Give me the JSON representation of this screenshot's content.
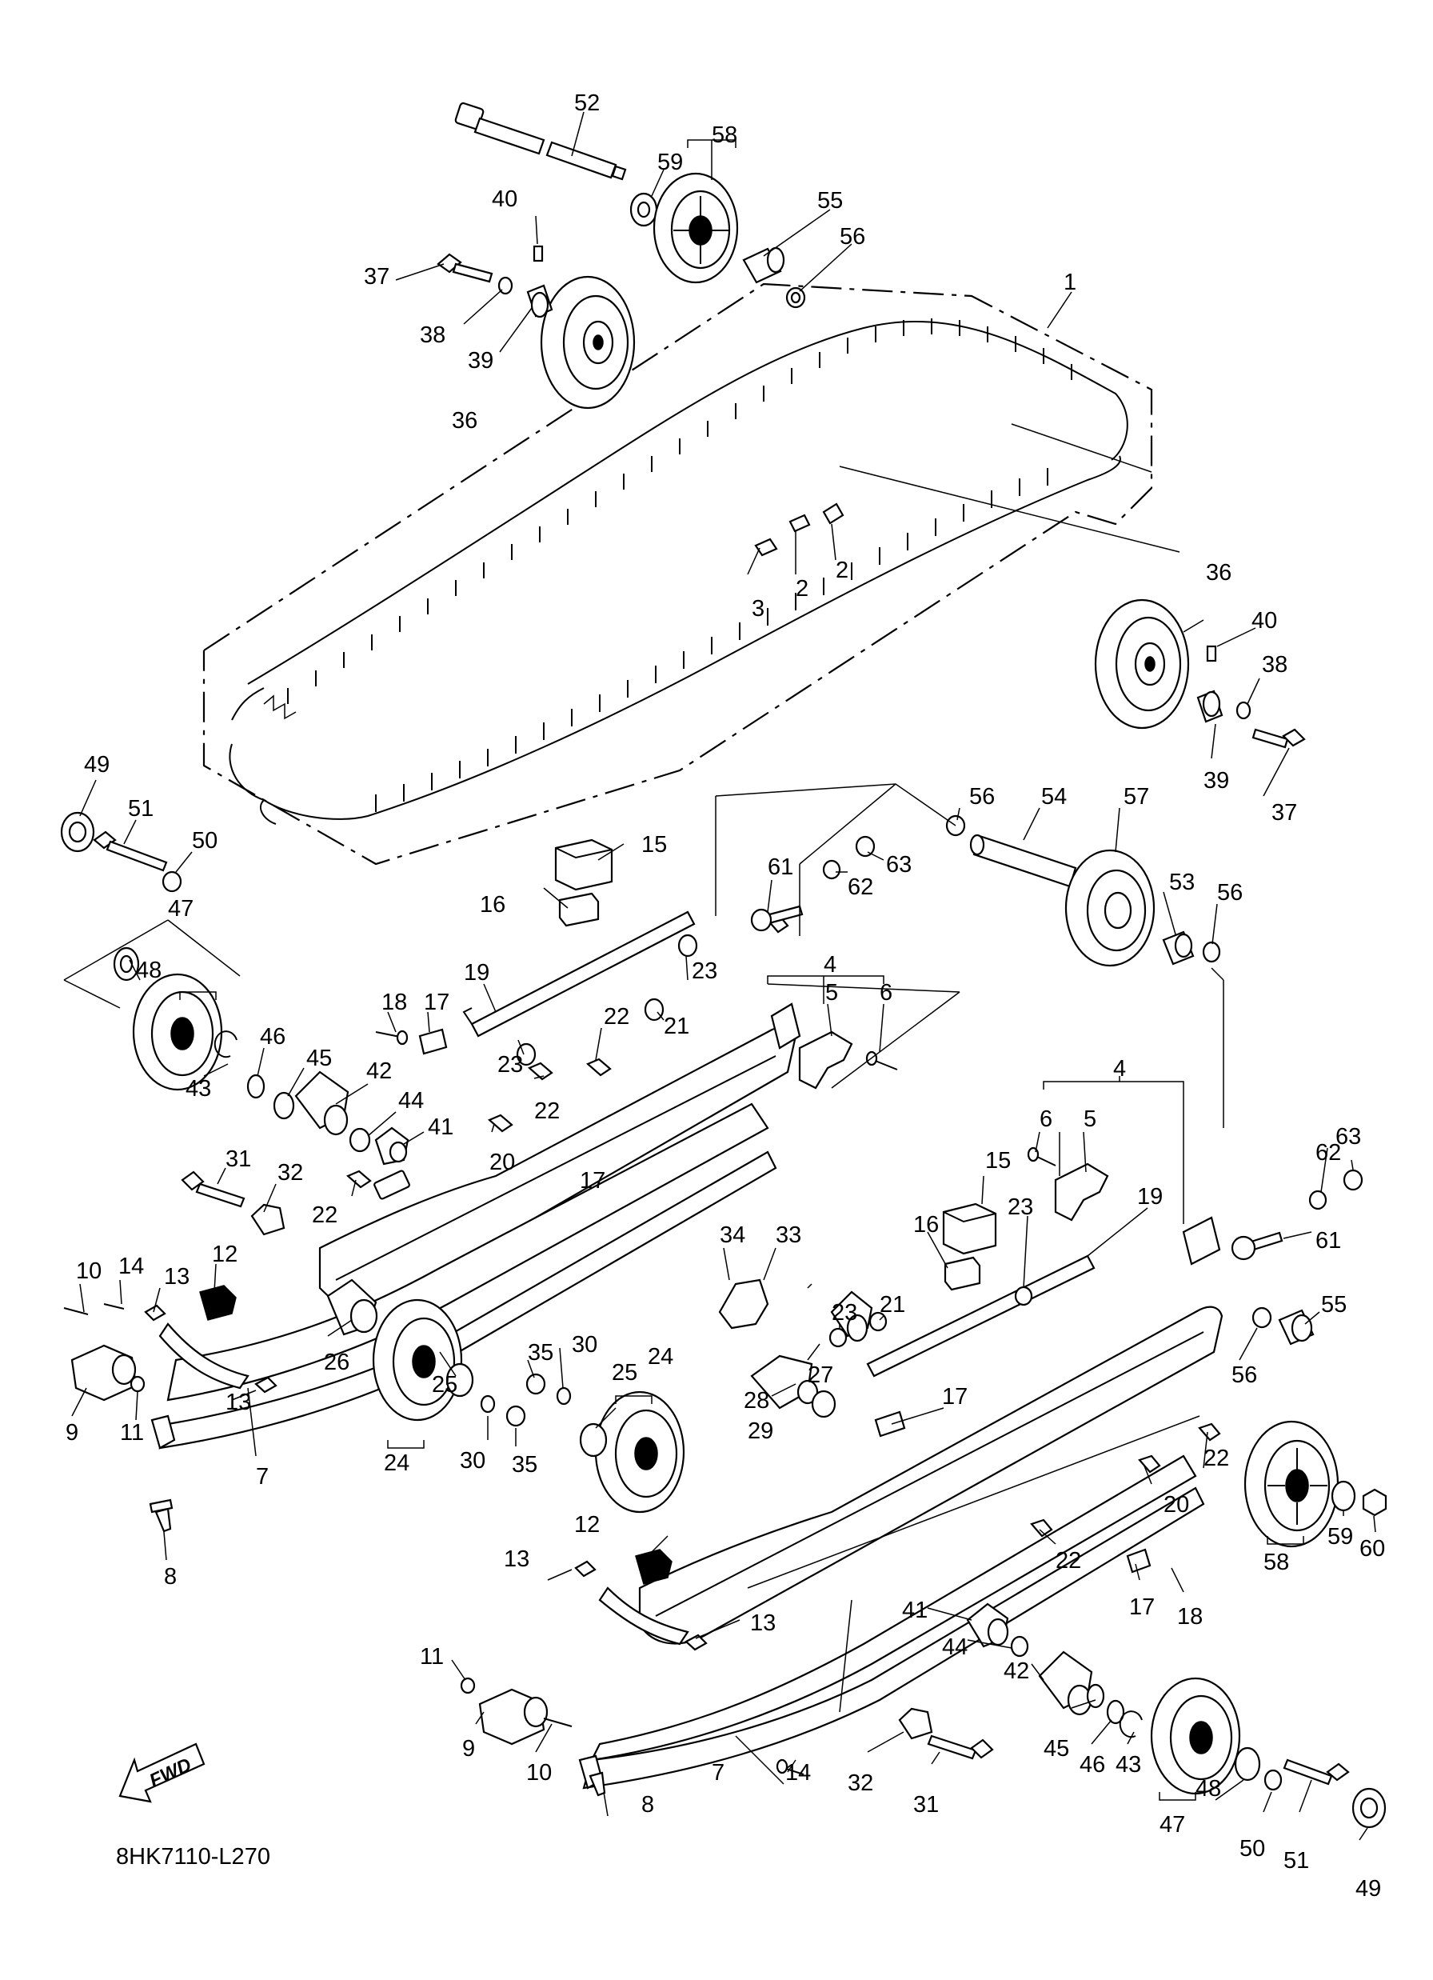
{
  "diagram": {
    "code": "8HK7110-L270",
    "fwd_label": "FWD",
    "callouts": [
      {
        "id": "c-52",
        "text": "52"
      },
      {
        "id": "c-58a",
        "text": "58"
      },
      {
        "id": "c-59a",
        "text": "59"
      },
      {
        "id": "c-40a",
        "text": "40"
      },
      {
        "id": "c-55a",
        "text": "55"
      },
      {
        "id": "c-56a",
        "text": "56"
      },
      {
        "id": "c-37a",
        "text": "37"
      },
      {
        "id": "c-38a",
        "text": "38"
      },
      {
        "id": "c-39a",
        "text": "39"
      },
      {
        "id": "c-36a",
        "text": "36"
      },
      {
        "id": "c-1",
        "text": "1"
      },
      {
        "id": "c-3",
        "text": "3"
      },
      {
        "id": "c-2a",
        "text": "2"
      },
      {
        "id": "c-2b",
        "text": "2"
      },
      {
        "id": "c-36b",
        "text": "36"
      },
      {
        "id": "c-40b",
        "text": "40"
      },
      {
        "id": "c-38b",
        "text": "38"
      },
      {
        "id": "c-39b",
        "text": "39"
      },
      {
        "id": "c-37b",
        "text": "37"
      },
      {
        "id": "c-49a",
        "text": "49"
      },
      {
        "id": "c-51a",
        "text": "51"
      },
      {
        "id": "c-50a",
        "text": "50"
      },
      {
        "id": "c-47a",
        "text": "47"
      },
      {
        "id": "c-48a",
        "text": "48"
      },
      {
        "id": "c-46a",
        "text": "46"
      },
      {
        "id": "c-45a",
        "text": "45"
      },
      {
        "id": "c-43a",
        "text": "43"
      },
      {
        "id": "c-42a",
        "text": "42"
      },
      {
        "id": "c-44a",
        "text": "44"
      },
      {
        "id": "c-41a",
        "text": "41"
      },
      {
        "id": "c-15a",
        "text": "15"
      },
      {
        "id": "c-16a",
        "text": "16"
      },
      {
        "id": "c-19a",
        "text": "19"
      },
      {
        "id": "c-18a",
        "text": "18"
      },
      {
        "id": "c-17a",
        "text": "17"
      },
      {
        "id": "c-23a",
        "text": "23"
      },
      {
        "id": "c-21a",
        "text": "21"
      },
      {
        "id": "c-23b",
        "text": "23"
      },
      {
        "id": "c-22a",
        "text": "22"
      },
      {
        "id": "c-22b",
        "text": "22"
      },
      {
        "id": "c-20a",
        "text": "20"
      },
      {
        "id": "c-61a",
        "text": "61"
      },
      {
        "id": "c-56b",
        "text": "56"
      },
      {
        "id": "c-54",
        "text": "54"
      },
      {
        "id": "c-57",
        "text": "57"
      },
      {
        "id": "c-63a",
        "text": "63"
      },
      {
        "id": "c-62a",
        "text": "62"
      },
      {
        "id": "c-53",
        "text": "53"
      },
      {
        "id": "c-56c",
        "text": "56"
      },
      {
        "id": "c-4a",
        "text": "4"
      },
      {
        "id": "c-5a",
        "text": "5"
      },
      {
        "id": "c-6a",
        "text": "6"
      },
      {
        "id": "c-31a",
        "text": "31"
      },
      {
        "id": "c-32a",
        "text": "32"
      },
      {
        "id": "c-22c",
        "text": "22"
      },
      {
        "id": "c-17b",
        "text": "17"
      },
      {
        "id": "c-10a",
        "text": "10"
      },
      {
        "id": "c-14a",
        "text": "14"
      },
      {
        "id": "c-13a",
        "text": "13"
      },
      {
        "id": "c-12a",
        "text": "12"
      },
      {
        "id": "c-9a",
        "text": "9"
      },
      {
        "id": "c-11a",
        "text": "11"
      },
      {
        "id": "c-13b",
        "text": "13"
      },
      {
        "id": "c-26",
        "text": "26"
      },
      {
        "id": "c-25a",
        "text": "25"
      },
      {
        "id": "c-24a",
        "text": "24"
      },
      {
        "id": "c-7a",
        "text": "7"
      },
      {
        "id": "c-8a",
        "text": "8"
      },
      {
        "id": "c-30a",
        "text": "30"
      },
      {
        "id": "c-35a",
        "text": "35"
      },
      {
        "id": "c-35b",
        "text": "35"
      },
      {
        "id": "c-30b",
        "text": "30"
      },
      {
        "id": "c-34",
        "text": "34"
      },
      {
        "id": "c-33",
        "text": "33"
      },
      {
        "id": "c-28",
        "text": "28"
      },
      {
        "id": "c-29",
        "text": "29"
      },
      {
        "id": "c-27",
        "text": "27"
      },
      {
        "id": "c-25b",
        "text": "25"
      },
      {
        "id": "c-24b",
        "text": "24"
      },
      {
        "id": "c-4b",
        "text": "4"
      },
      {
        "id": "c-6b",
        "text": "6"
      },
      {
        "id": "c-5b",
        "text": "5"
      },
      {
        "id": "c-15b",
        "text": "15"
      },
      {
        "id": "c-16b",
        "text": "16"
      },
      {
        "id": "c-23c",
        "text": "23"
      },
      {
        "id": "c-19b",
        "text": "19"
      },
      {
        "id": "c-21b",
        "text": "21"
      },
      {
        "id": "c-23d",
        "text": "23"
      },
      {
        "id": "c-17c",
        "text": "17"
      },
      {
        "id": "c-63b",
        "text": "63"
      },
      {
        "id": "c-62b",
        "text": "62"
      },
      {
        "id": "c-61b",
        "text": "61"
      },
      {
        "id": "c-55b",
        "text": "55"
      },
      {
        "id": "c-56d",
        "text": "56"
      },
      {
        "id": "c-22d",
        "text": "22"
      },
      {
        "id": "c-20b",
        "text": "20"
      },
      {
        "id": "c-59b",
        "text": "59"
      },
      {
        "id": "c-60",
        "text": "60"
      },
      {
        "id": "c-58b",
        "text": "58"
      },
      {
        "id": "c-12b",
        "text": "12"
      },
      {
        "id": "c-13c",
        "text": "13"
      },
      {
        "id": "c-13d",
        "text": "13"
      },
      {
        "id": "c-22e",
        "text": "22"
      },
      {
        "id": "c-17d",
        "text": "17"
      },
      {
        "id": "c-18b",
        "text": "18"
      },
      {
        "id": "c-41b",
        "text": "41"
      },
      {
        "id": "c-44b",
        "text": "44"
      },
      {
        "id": "c-42b",
        "text": "42"
      },
      {
        "id": "c-45b",
        "text": "45"
      },
      {
        "id": "c-46b",
        "text": "46"
      },
      {
        "id": "c-43b",
        "text": "43"
      },
      {
        "id": "c-11b",
        "text": "11"
      },
      {
        "id": "c-9b",
        "text": "9"
      },
      {
        "id": "c-10b",
        "text": "10"
      },
      {
        "id": "c-7b",
        "text": "7"
      },
      {
        "id": "c-14b",
        "text": "14"
      },
      {
        "id": "c-8b",
        "text": "8"
      },
      {
        "id": "c-32b",
        "text": "32"
      },
      {
        "id": "c-31b",
        "text": "31"
      },
      {
        "id": "c-47b",
        "text": "47"
      },
      {
        "id": "c-48b",
        "text": "48"
      },
      {
        "id": "c-50b",
        "text": "50"
      },
      {
        "id": "c-51b",
        "text": "51"
      },
      {
        "id": "c-49b",
        "text": "49"
      }
    ]
  }
}
